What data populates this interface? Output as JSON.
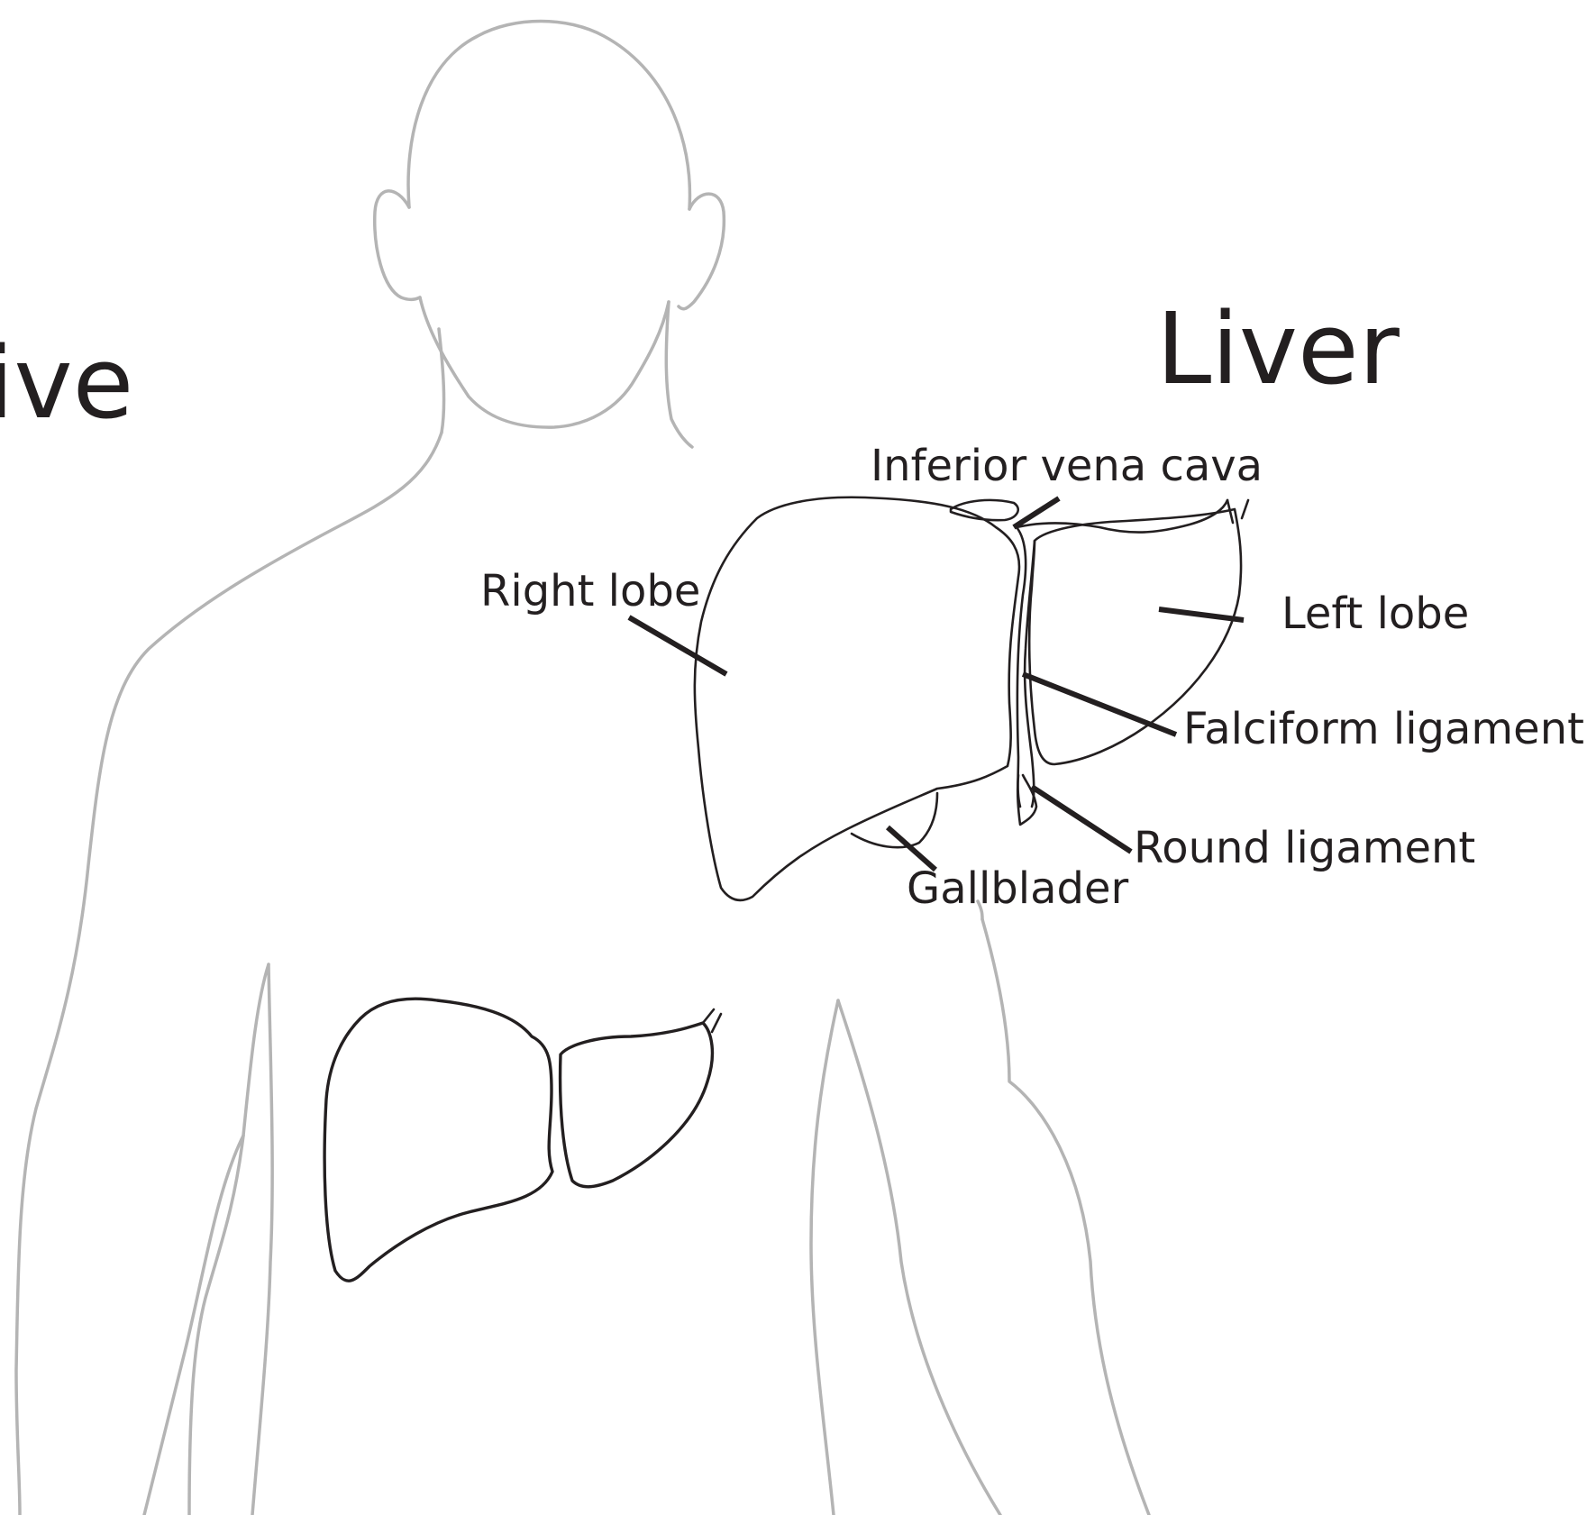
{
  "title": "Liver",
  "cropped_title": "ive",
  "labels": {
    "inferior_vena_cava": "Inferior vena cava",
    "right_lobe": "Right lobe",
    "left_lobe": "Left lobe",
    "falciform_ligament": "Falciform ligament",
    "round_ligament": "Round ligament",
    "gallbladder": "Gallblader"
  },
  "colors": {
    "body_outline": "#b4b4b4",
    "ink": "#231f20",
    "background": "#ffffff"
  }
}
